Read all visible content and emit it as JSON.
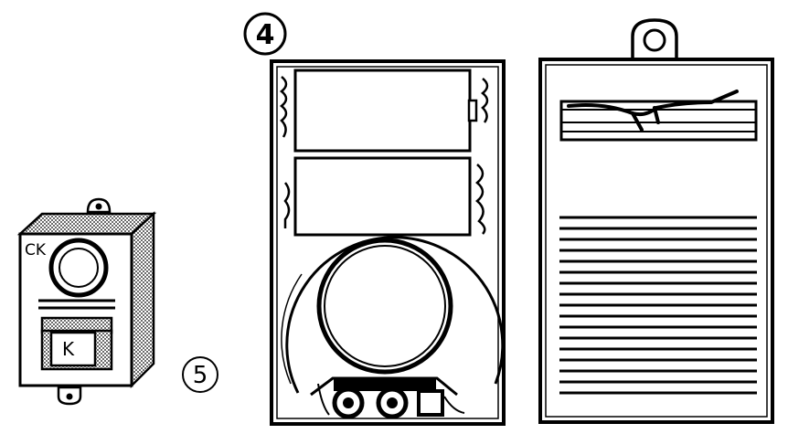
{
  "labels": {
    "device4_number": "4",
    "device5_number": "5",
    "switch_label": "CK",
    "key_label": "K"
  },
  "colors": {
    "ink": "#000000",
    "paper": "#ffffff"
  }
}
